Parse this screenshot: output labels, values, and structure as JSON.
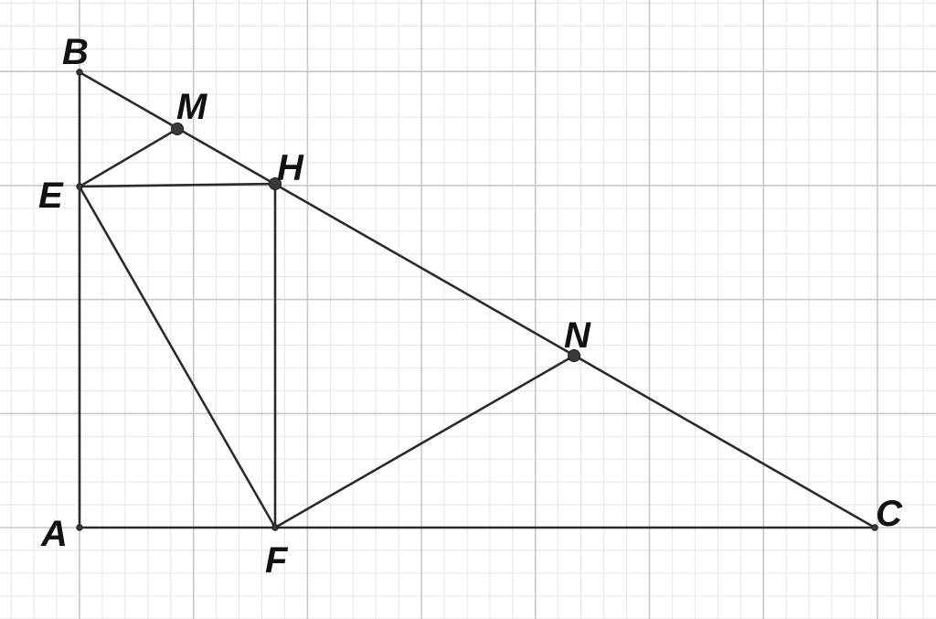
{
  "colors": {
    "background": "#ffffff",
    "minor_grid": "#e6e6e6",
    "major_grid": "#c8c8c8",
    "segment": "#2b2b2b",
    "point_fill": "#3a3a3a",
    "label": "#111111"
  },
  "points": {
    "A": {
      "label": "A"
    },
    "B": {
      "label": "B"
    },
    "C": {
      "label": "C"
    },
    "E": {
      "label": "E"
    },
    "F": {
      "label": "F"
    },
    "H": {
      "label": "H"
    },
    "M": {
      "label": "M"
    },
    "N": {
      "label": "N"
    }
  },
  "segments": [
    [
      "A",
      "B"
    ],
    [
      "A",
      "C"
    ],
    [
      "B",
      "C"
    ],
    [
      "E",
      "H"
    ],
    [
      "E",
      "M"
    ],
    [
      "E",
      "F"
    ],
    [
      "H",
      "F"
    ],
    [
      "F",
      "N"
    ]
  ]
}
